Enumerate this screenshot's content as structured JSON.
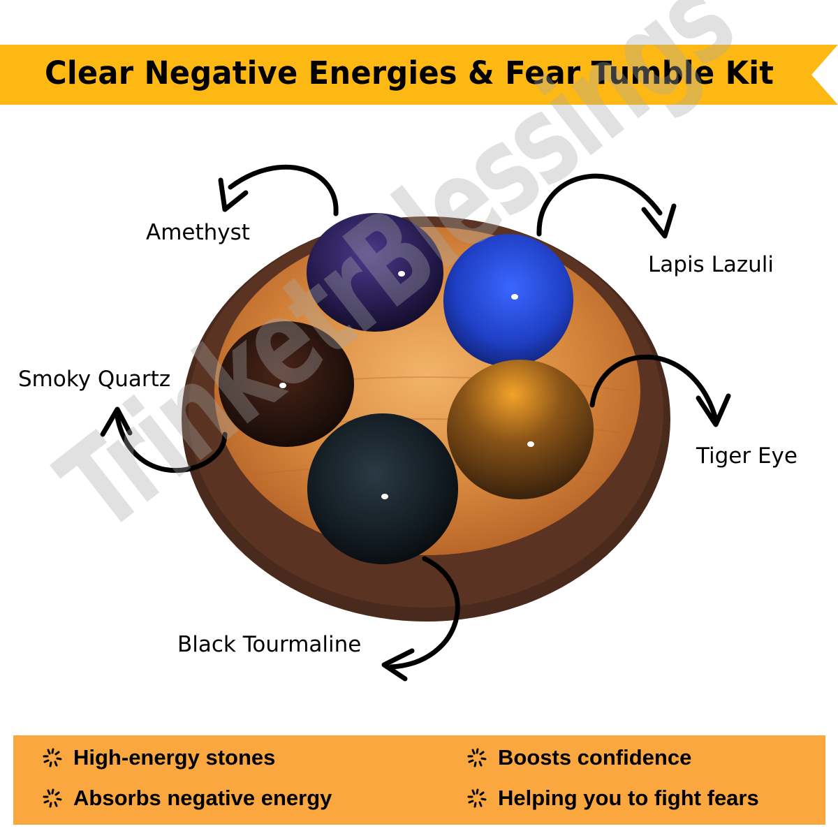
{
  "title": {
    "text": "Clear Negative Energies & Fear Tumble Kit",
    "banner_color": "#FDB813"
  },
  "stones": [
    {
      "label": "Amethyst",
      "color": "#2a1f52"
    },
    {
      "label": "Lapis Lazuli",
      "color": "#1d3fbf"
    },
    {
      "label": "Smoky Quartz",
      "color": "#2a1510"
    },
    {
      "label": "Tiger Eye",
      "color": "#7a4a14"
    },
    {
      "label": "Black Tourmaline",
      "color": "#10161c"
    }
  ],
  "watermark": "TrinketrBlessings",
  "features": {
    "banner_color": "#F9A73E",
    "bullet_icon": "sparkle-burst-icon",
    "items": [
      {
        "label": "High-energy stones"
      },
      {
        "label": "Boosts confidence"
      },
      {
        "label": "Absorbs negative energy"
      },
      {
        "label": "Helping you to fight fears"
      }
    ]
  }
}
